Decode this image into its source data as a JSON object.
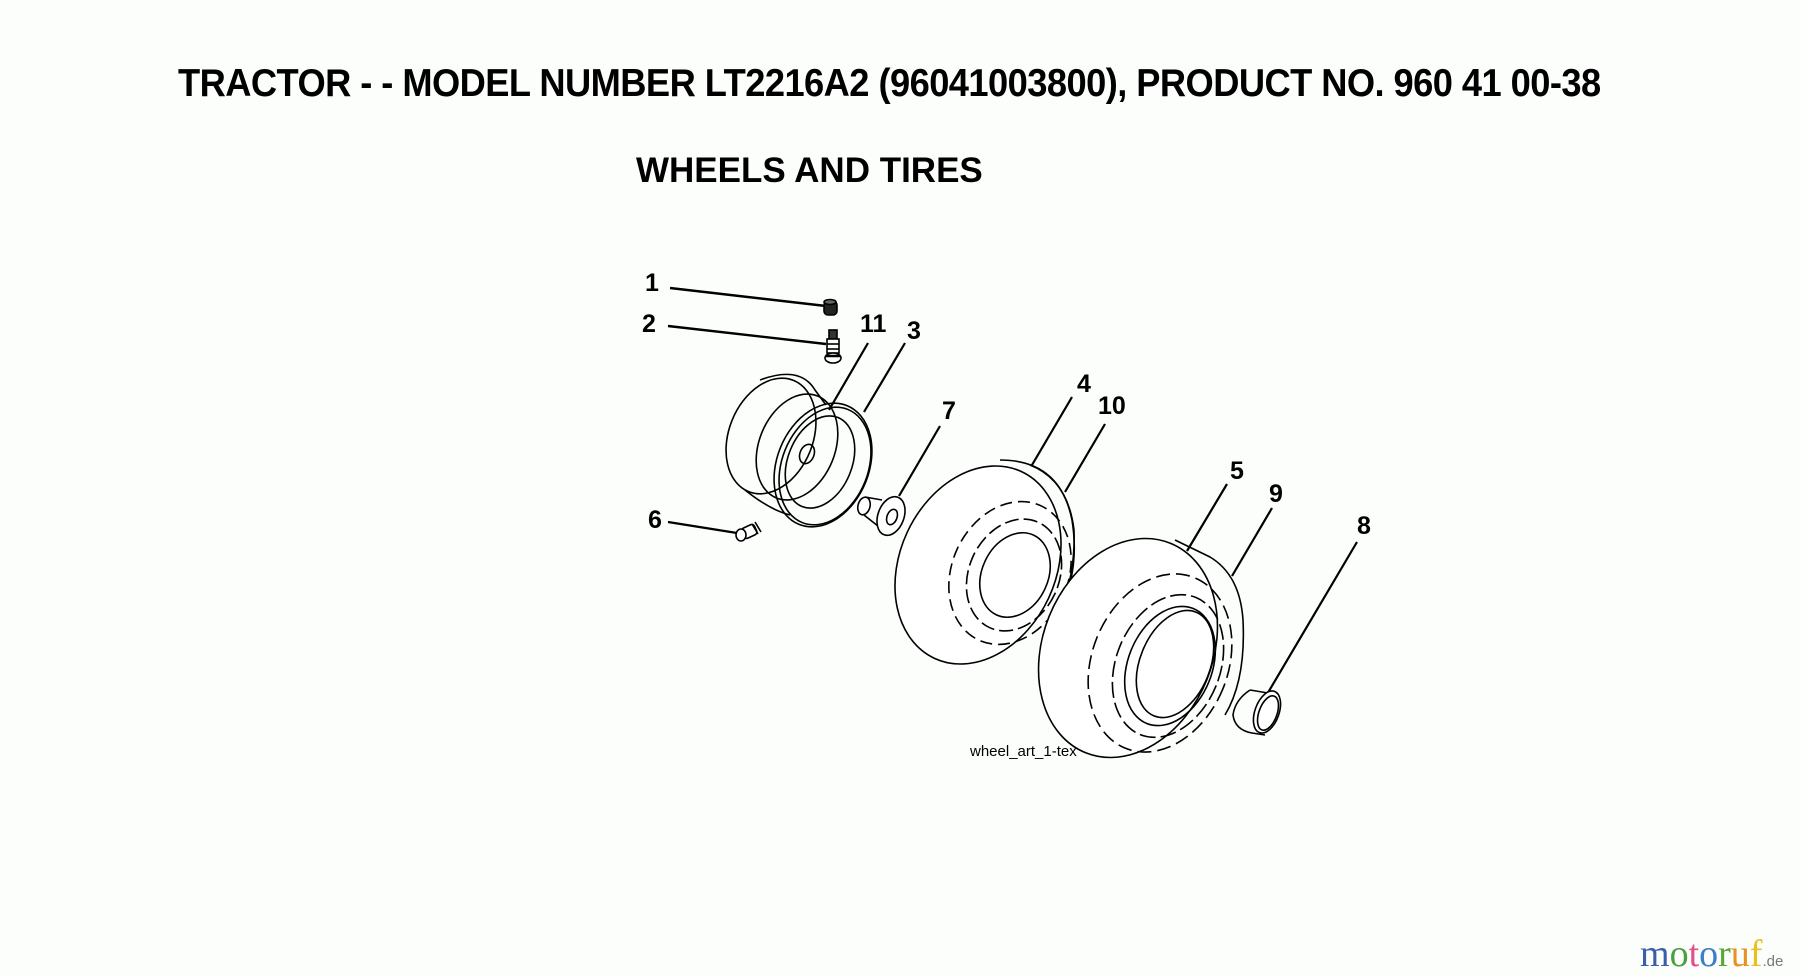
{
  "header": {
    "title": "TRACTOR - - MODEL NUMBER LT2216A2 (96041003800), PRODUCT NO. 960 41 00-38",
    "subtitle": "WHEELS AND TIRES"
  },
  "diagram": {
    "caption": "wheel_art_1-tex",
    "callouts": [
      {
        "id": "1",
        "label": "1"
      },
      {
        "id": "2",
        "label": "2"
      },
      {
        "id": "3",
        "label": "3"
      },
      {
        "id": "4",
        "label": "4"
      },
      {
        "id": "5",
        "label": "5"
      },
      {
        "id": "6",
        "label": "6"
      },
      {
        "id": "7",
        "label": "7"
      },
      {
        "id": "8",
        "label": "8"
      },
      {
        "id": "9",
        "label": "9"
      },
      {
        "id": "10",
        "label": "10"
      },
      {
        "id": "11",
        "label": "11"
      }
    ]
  },
  "watermark": {
    "letters": [
      {
        "ch": "m",
        "color": "#3a5fa8"
      },
      {
        "ch": "o",
        "color": "#4aa040"
      },
      {
        "ch": "t",
        "color": "#e0508a"
      },
      {
        "ch": "o",
        "color": "#3a7fc8"
      },
      {
        "ch": "r",
        "color": "#58a838"
      },
      {
        "ch": "u",
        "color": "#e89020"
      },
      {
        "ch": "f",
        "color": "#e8c020"
      }
    ],
    "word": "motoruf",
    "suffix": ".de"
  }
}
